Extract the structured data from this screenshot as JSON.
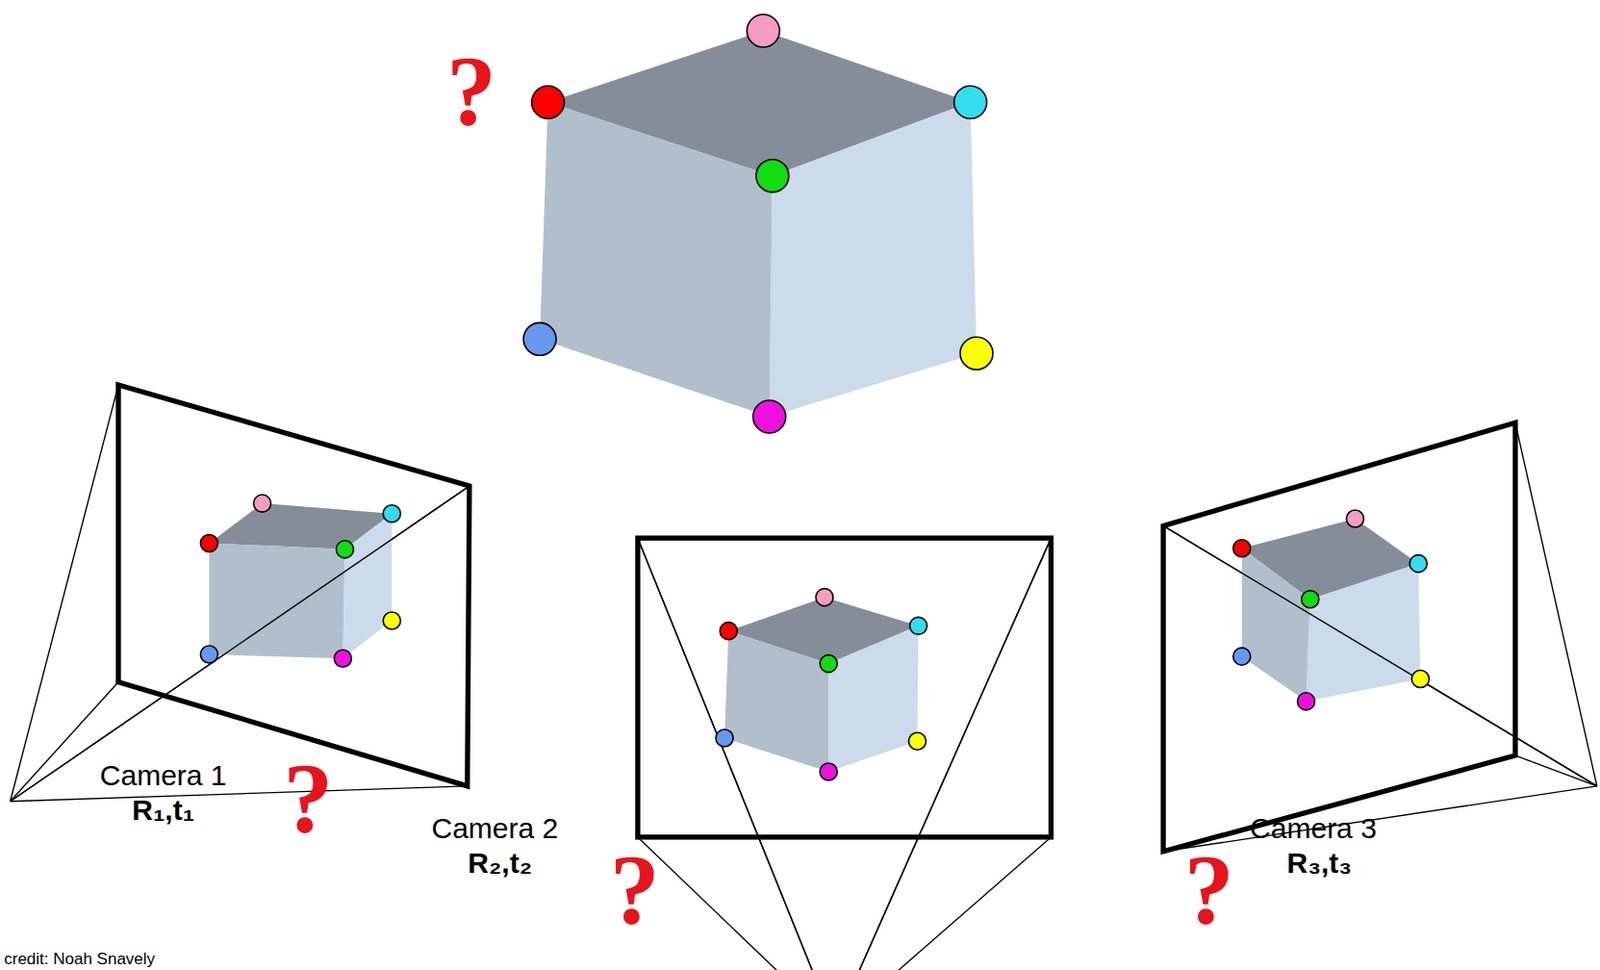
{
  "diagram": {
    "labels": [
      "?",
      "Camera 1",
      "R₁,t₁",
      "?",
      "Camera 2",
      "R₂,t₂",
      "?",
      "?",
      "Camera 3",
      "R₃,t₃",
      "credit: Noah Snavely"
    ]
  }
}
